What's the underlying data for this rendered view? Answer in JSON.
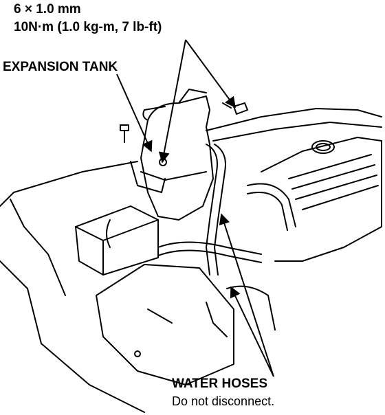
{
  "spec": {
    "size": "6 × 1.0 mm",
    "torque": "10N·m (1.0 kg-m, 7 lb-ft)"
  },
  "labels": {
    "expansion_tank": "EXPANSION TANK",
    "water_hoses": "WATER HOSES",
    "note": "Do not disconnect."
  },
  "colors": {
    "line": "#000000",
    "background": "#ffffff"
  }
}
